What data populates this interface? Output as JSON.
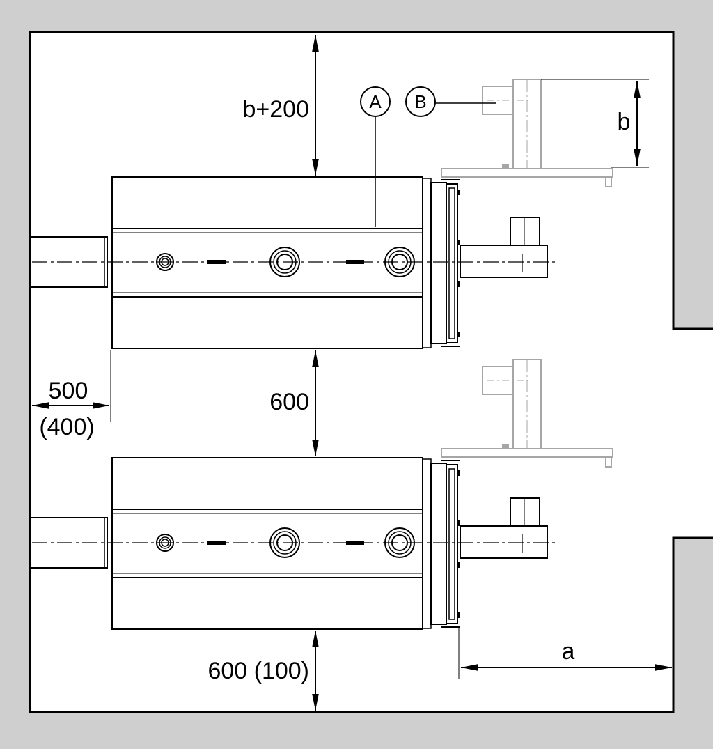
{
  "diagram": {
    "dimensions": {
      "top_clearance": "b+200",
      "between_units": "600",
      "left_clearance": "500",
      "left_clearance_alt": "(400)",
      "bottom_clearance": "600 (100)",
      "front_clearance": "a",
      "burner_depth": "b"
    },
    "callouts": {
      "a_marker": "A",
      "b_marker": "B"
    },
    "colors": {
      "background": "#cfcfcf",
      "room": "#ffffff",
      "line": "#000000",
      "burner_line": "#a6a6a6"
    }
  }
}
